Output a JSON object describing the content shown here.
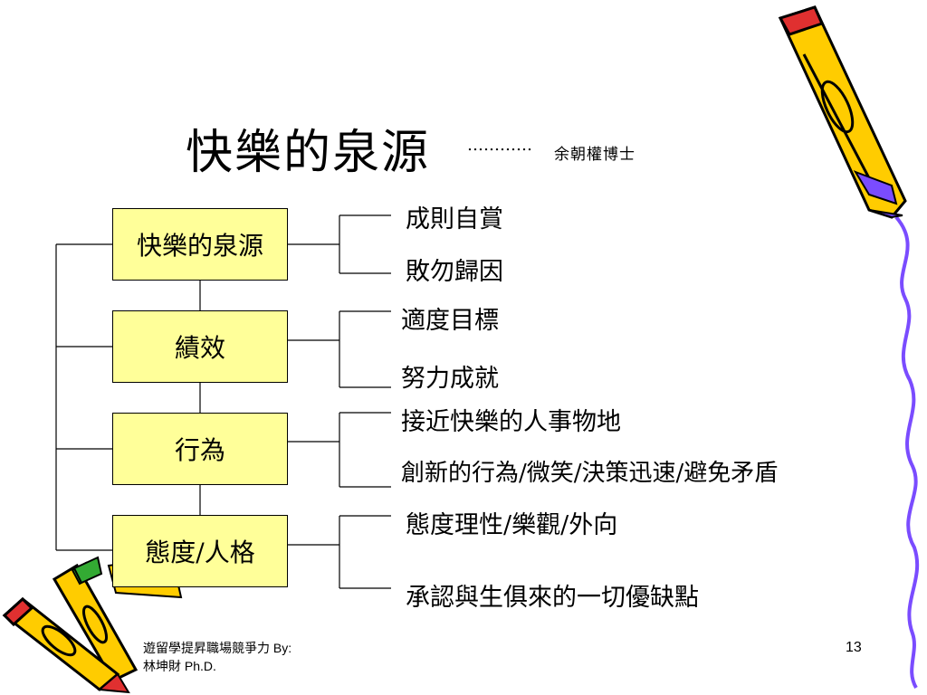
{
  "title": "快樂的泉源",
  "title_dots": "…………",
  "author": "余朝權博士",
  "boxes": [
    "快樂的泉源",
    "績效",
    "行為",
    "態度/人格"
  ],
  "items": [
    "成則自賞",
    "敗勿歸因",
    "適度目標",
    "努力成就",
    "接近快樂的人事物地",
    "創新的行為/微笑/決策迅速/避免矛盾",
    "態度理性/樂觀/外向",
    "承認與生俱來的一切優缺點"
  ],
  "footer": {
    "line1": "遊留學提昇職場競爭力  By:",
    "line2": "林坤財 Ph.D.",
    "page_number": "13"
  },
  "colors": {
    "box_fill": "#ffff99",
    "pencil_body": "#ffcc00",
    "pencil_eraser": "#e03030",
    "pencil_tip": "#7a4cff",
    "squiggle": "#7a4cff"
  }
}
